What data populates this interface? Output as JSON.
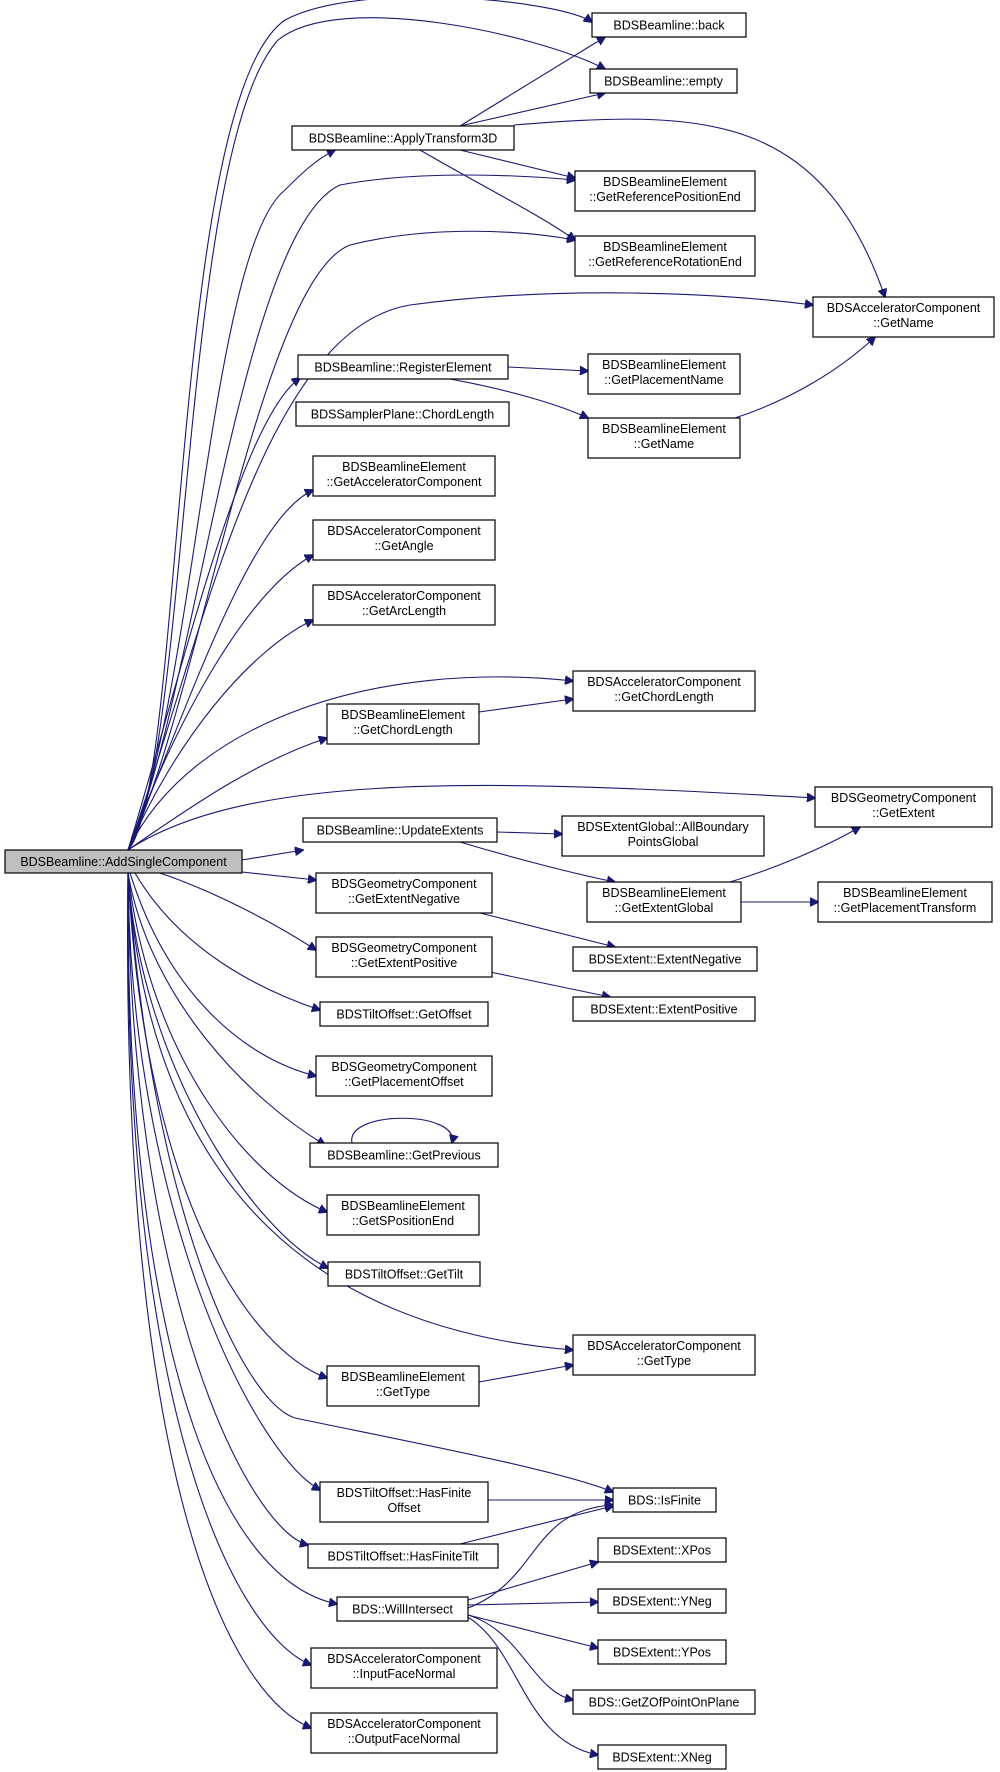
{
  "graph": {
    "colors": {
      "edge": "#191970",
      "node_border": "#000000",
      "root_fill": "#bfbfbf",
      "node_fill": "#ffffff"
    },
    "nodes": {
      "root": [
        "BDSBeamline::AddSingleComponent"
      ],
      "back": [
        "BDSBeamline::back"
      ],
      "empty": [
        "BDSBeamline::empty"
      ],
      "apply3d": [
        "BDSBeamline::ApplyTransform3D"
      ],
      "refpos": [
        "BDSBeamlineElement",
        "::GetReferencePositionEnd"
      ],
      "refrot": [
        "BDSBeamlineElement",
        "::GetReferenceRotationEnd"
      ],
      "accname": [
        "BDSAcceleratorComponent",
        "::GetName"
      ],
      "register": [
        "BDSBeamline::RegisterElement"
      ],
      "placename": [
        "BDSBeamlineElement",
        "::GetPlacementName"
      ],
      "elname": [
        "BDSBeamlineElement",
        "::GetName"
      ],
      "sampler": [
        "BDSSamplerPlane::ChordLength"
      ],
      "getacc": [
        "BDSBeamlineElement",
        "::GetAcceleratorComponent"
      ],
      "angle": [
        "BDSAcceleratorComponent",
        "::GetAngle"
      ],
      "arclen": [
        "BDSAcceleratorComponent",
        "::GetArcLength"
      ],
      "accchord": [
        "BDSAcceleratorComponent",
        "::GetChordLength"
      ],
      "elchord": [
        "BDSBeamlineElement",
        "::GetChordLength"
      ],
      "extent": [
        "BDSGeometryComponent",
        "::GetExtent"
      ],
      "update": [
        "BDSBeamline::UpdateExtents"
      ],
      "allbound": [
        "BDSExtentGlobal::AllBoundary",
        "PointsGlobal"
      ],
      "extglobal": [
        "BDSBeamlineElement",
        "::GetExtentGlobal"
      ],
      "placetrans": [
        "BDSBeamlineElement",
        "::GetPlacementTransform"
      ],
      "extneg": [
        "BDSGeometryComponent",
        "::GetExtentNegative"
      ],
      "extpos": [
        "BDSGeometryComponent",
        "::GetExtentPositive"
      ],
      "xextneg": [
        "BDSExtent::ExtentNegative"
      ],
      "xextpos": [
        "BDSExtent::ExtentPositive"
      ],
      "getoffset": [
        "BDSTiltOffset::GetOffset"
      ],
      "placeoff": [
        "BDSGeometryComponent",
        "::GetPlacementOffset"
      ],
      "previous": [
        "BDSBeamline::GetPrevious"
      ],
      "spos": [
        "BDSBeamlineElement",
        "::GetSPositionEnd"
      ],
      "gettilt": [
        "BDSTiltOffset::GetTilt"
      ],
      "acctype": [
        "BDSAcceleratorComponent",
        "::GetType"
      ],
      "eltype": [
        "BDSBeamlineElement",
        "::GetType"
      ],
      "isfinite": [
        "BDS::IsFinite"
      ],
      "hfoffset": [
        "BDSTiltOffset::HasFinite",
        "Offset"
      ],
      "hftilt": [
        "BDSTiltOffset::HasFiniteTilt"
      ],
      "xpos": [
        "BDSExtent::XPos"
      ],
      "willint": [
        "BDS::WillIntersect"
      ],
      "yneg": [
        "BDSExtent::YNeg"
      ],
      "ypos": [
        "BDSExtent::YPos"
      ],
      "zofpoint": [
        "BDS::GetZOfPointOnPlane"
      ],
      "infn": [
        "BDSAcceleratorComponent",
        "::InputFaceNormal"
      ],
      "outfn": [
        "BDSAcceleratorComponent",
        "::OutputFaceNormal"
      ],
      "xneg": [
        "BDSExtent::XNeg"
      ]
    }
  }
}
